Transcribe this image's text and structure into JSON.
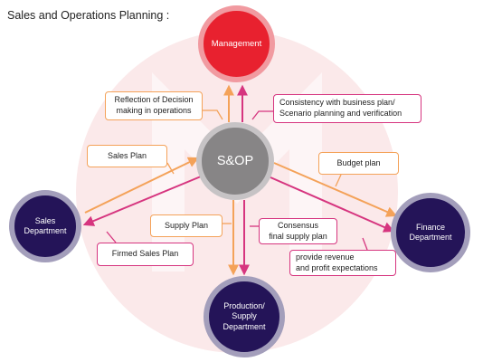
{
  "title": "Sales and Operations Planning :",
  "nodes": {
    "management": "Management",
    "sop": "S&OP",
    "sales": "Sales\nDepartment",
    "finance": "Finance\nDepartment",
    "production": "Production/\nSupply\nDepartment"
  },
  "labels": {
    "reflection": "Reflection of Decision\nmaking in operations",
    "consistency": "Consistency with business plan/\nScenario planning and verification",
    "sales_plan": "Sales Plan",
    "budget_plan": "Budget plan",
    "supply_plan": "Supply Plan",
    "consensus": "Consensus\nfinal supply plan",
    "firmed": "Firmed Sales Plan",
    "revenue": "provide revenue\nand profit expectations"
  },
  "colors": {
    "orange": "#f4a259",
    "pink": "#d6357f",
    "navy": "#241458",
    "red": "#e8212f",
    "gray": "#878586"
  }
}
